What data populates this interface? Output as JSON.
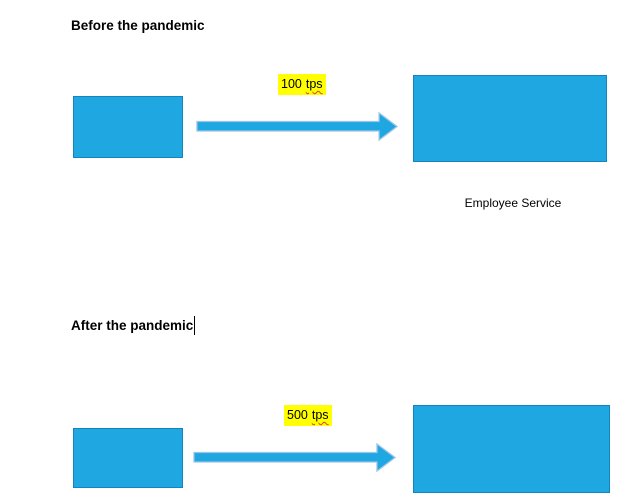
{
  "colors": {
    "shape_fill": "#1EA7E1",
    "shape_border": "#1583BD",
    "arrow_outline": "#9DC3E6",
    "highlight": "#FFFF00",
    "text": "#000000"
  },
  "sections": {
    "before": {
      "heading": "Before the pandemic",
      "rate_value": "100",
      "rate_unit": "tps",
      "service_label": "Employee Service"
    },
    "after": {
      "heading": "After the pandemic",
      "rate_value": "500",
      "rate_unit": "tps"
    }
  }
}
